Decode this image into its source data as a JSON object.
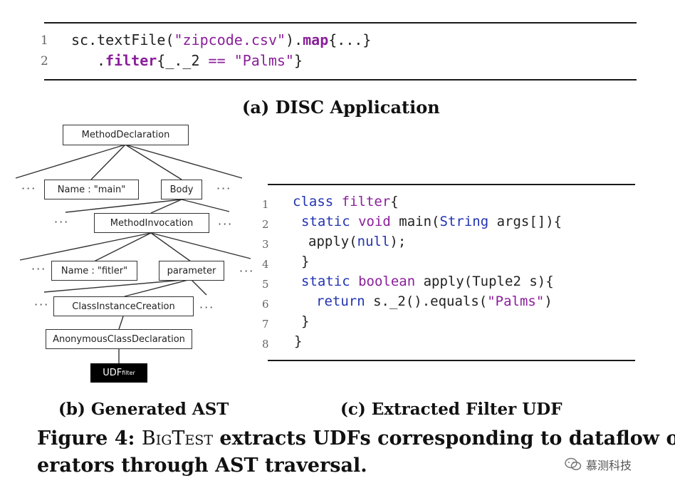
{
  "panel_a": {
    "code": {
      "line1": {
        "num": "1",
        "p1": "sc.textFile(",
        "str": "\"zipcode.csv\"",
        "p2": ").",
        "kw": "map",
        "p3": "{...}"
      },
      "line2": {
        "num": "2",
        "p1": ".",
        "kw": "filter",
        "p2": "{_._2 ",
        "op": "==",
        "p3": " ",
        "str": "\"Palms\"",
        "p4": "}"
      }
    },
    "caption": "(a) DISC Application"
  },
  "panel_b": {
    "nodes": {
      "method_declaration": "MethodDeclaration",
      "name_main": "Name : \"main\"",
      "body": "Body",
      "method_invocation": "MethodInvocation",
      "name_fitler": "Name : \"fitler\"",
      "parameter": "parameter",
      "class_instance_creation": "ClassInstanceCreation",
      "anonymous_class_declaration": "AnonymousClassDeclaration",
      "udf_main": "UDF",
      "udf_sub": "filter"
    },
    "ellipsis": "···",
    "caption": "(b) Generated AST"
  },
  "panel_c": {
    "code": {
      "l1": {
        "num": "1",
        "kw1": "class",
        "sp": " ",
        "kw2": "filter",
        "rest": "{"
      },
      "l2": {
        "num": "2",
        "kw1": "static",
        "sp1": " ",
        "kw2": "void",
        "mid": " main(",
        "kw3": "String",
        "rest": " args[]){"
      },
      "l3": {
        "num": "3",
        "p1": "apply(",
        "kw": "null",
        "p2": ");"
      },
      "l4": {
        "num": "4",
        "text": "}"
      },
      "l5": {
        "num": "5",
        "kw1": "static",
        "sp": " ",
        "kw2": "boolean",
        "rest": " apply(Tuple2 s){"
      },
      "l6": {
        "num": "6",
        "kw": "return",
        "p1": " s._2().equals(",
        "str": "\"Palms\"",
        "p2": ")"
      },
      "l7": {
        "num": "7",
        "text": "}"
      },
      "l8": {
        "num": "8",
        "text": "}"
      }
    },
    "caption": "(c) Extracted Filter UDF"
  },
  "figure_caption": {
    "label": "Figure 4:",
    "tool": "BigTest",
    "line1_rest": " extracts UDFs corresponding to dataflow op-",
    "line2": "erators through AST traversal."
  },
  "watermark": {
    "text": "慕测科技"
  },
  "colors": {
    "keyword_blue": "#2233b0",
    "keyword_purple": "#8a1f9a"
  }
}
